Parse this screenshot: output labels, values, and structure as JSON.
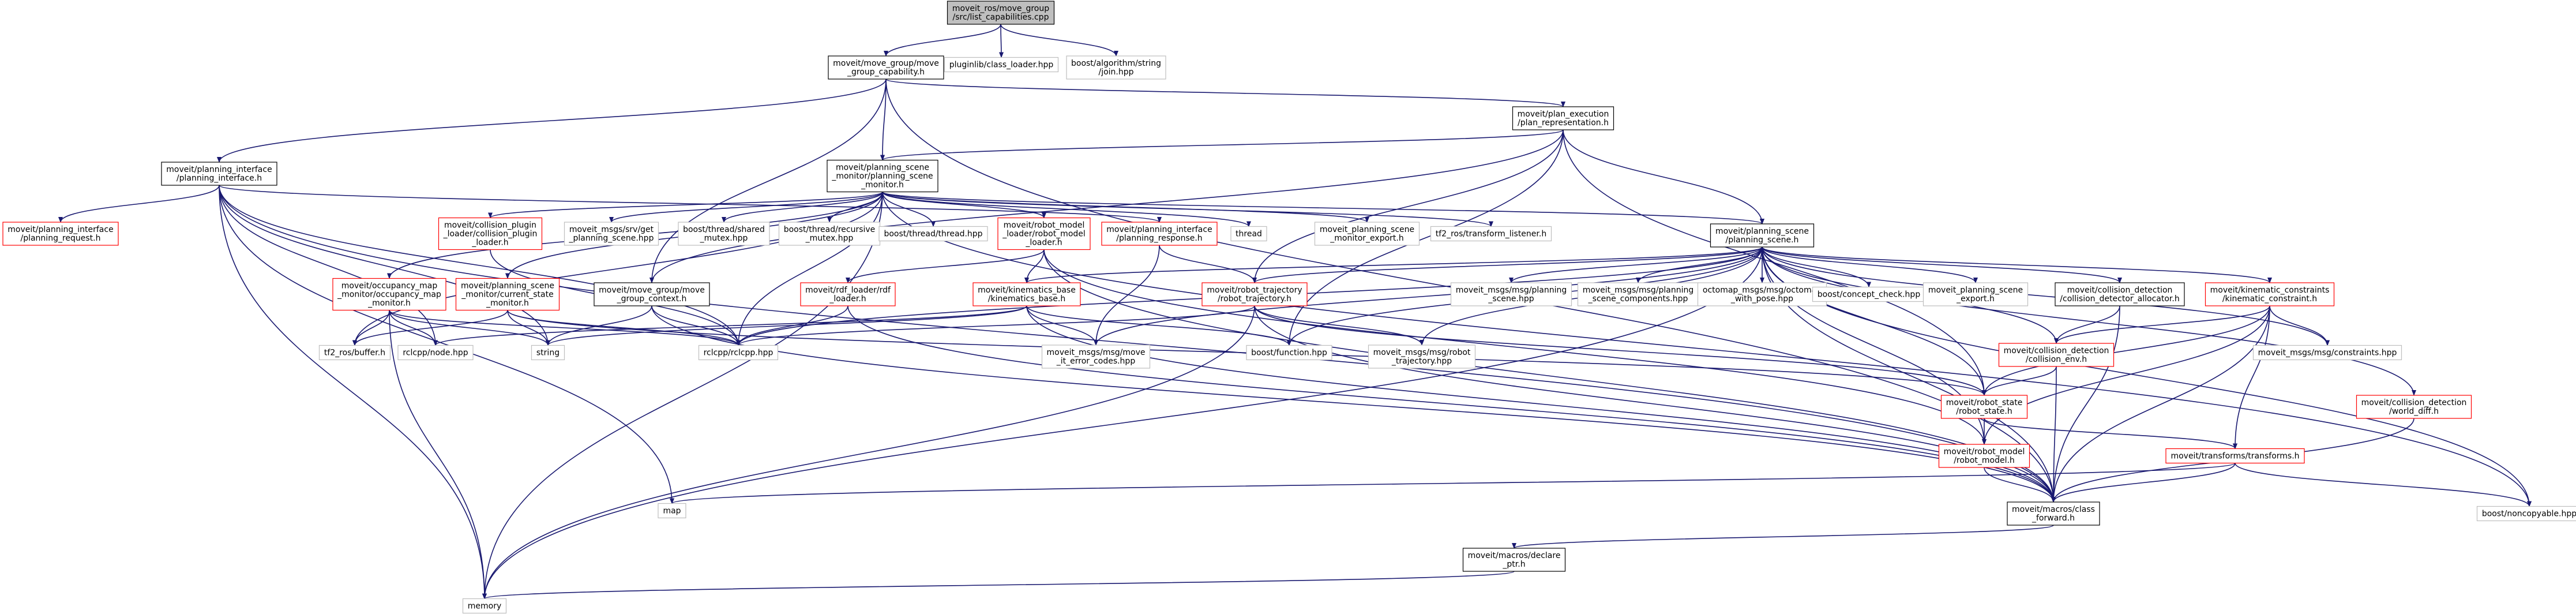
{
  "diagram": {
    "title": "moveit_ros/move_group/src/list_capabilities.cpp include dependency graph",
    "colors": {
      "edge": "#191970",
      "border_normal": "#000000",
      "border_missing": "#bfbfbf",
      "border_red": "#ff0000",
      "root_fill": "#bfbfbf",
      "node_fill": "#ffffff",
      "text": "#000000"
    },
    "nodes": [
      {
        "id": "root",
        "label": [
          "moveit_ros/move_group",
          "/src/list_capabilities.cpp"
        ],
        "style": "root"
      },
      {
        "id": "mgcap",
        "label": [
          "moveit/move_group/move",
          "_group_capability.h"
        ],
        "style": "normal"
      },
      {
        "id": "pluginlib",
        "label": [
          "pluginlib/class_loader.hpp"
        ],
        "style": "missing"
      },
      {
        "id": "boostalgo",
        "label": [
          "boost/algorithm/string",
          "/join.hpp"
        ],
        "style": "missing"
      },
      {
        "id": "planexec",
        "label": [
          "moveit/plan_execution",
          "/plan_representation.h"
        ],
        "style": "normal"
      },
      {
        "id": "pif",
        "label": [
          "moveit/planning_interface",
          "/planning_interface.h"
        ],
        "style": "normal"
      },
      {
        "id": "psm",
        "label": [
          "moveit/planning_scene",
          "_monitor/planning_scene",
          "_monitor.h"
        ],
        "style": "normal"
      },
      {
        "id": "preq",
        "label": [
          "moveit/planning_interface",
          "/planning_request.h"
        ],
        "style": "red"
      },
      {
        "id": "collplugin",
        "label": [
          "moveit/collision_plugin",
          "_loader/collision_plugin",
          "_loader.h"
        ],
        "style": "red"
      },
      {
        "id": "srvgetps",
        "label": [
          "moveit_msgs/srv/get",
          "_planning_scene.hpp"
        ],
        "style": "missing"
      },
      {
        "id": "sharedmutex",
        "label": [
          "boost/thread/shared",
          "_mutex.hpp"
        ],
        "style": "missing"
      },
      {
        "id": "recmutex",
        "label": [
          "boost/thread/recursive",
          "_mutex.hpp"
        ],
        "style": "missing"
      },
      {
        "id": "thread_hpp",
        "label": [
          "boost/thread/thread.hpp"
        ],
        "style": "missing"
      },
      {
        "id": "rml",
        "label": [
          "moveit/robot_model",
          "_loader/robot_model",
          "_loader.h"
        ],
        "style": "red"
      },
      {
        "id": "presp",
        "label": [
          "moveit/planning_interface",
          "/planning_response.h"
        ],
        "style": "red"
      },
      {
        "id": "thread",
        "label": [
          "thread"
        ],
        "style": "missing"
      },
      {
        "id": "psmexport",
        "label": [
          "moveit_planning_scene",
          "_monitor_export.h"
        ],
        "style": "missing"
      },
      {
        "id": "tf2listener",
        "label": [
          "tf2_ros/transform_listener.h"
        ],
        "style": "missing"
      },
      {
        "id": "ps",
        "label": [
          "moveit/planning_scene",
          "/planning_scene.h"
        ],
        "style": "normal"
      },
      {
        "id": "occmap",
        "label": [
          "moveit/occupancy_map",
          "_monitor/occupancy_map",
          "_monitor.h"
        ],
        "style": "red"
      },
      {
        "id": "csm",
        "label": [
          "moveit/planning_scene",
          "_monitor/current_state",
          "_monitor.h"
        ],
        "style": "red"
      },
      {
        "id": "mgctx",
        "label": [
          "moveit/move_group/move",
          "_group_context.h"
        ],
        "style": "normal"
      },
      {
        "id": "urdf",
        "label": [
          "moveit/rdf_loader/rdf",
          "_loader.h"
        ],
        "style": "red"
      },
      {
        "id": "kinbase",
        "label": [
          "moveit/kinematics_base",
          "/kinematics_base.h"
        ],
        "style": "red"
      },
      {
        "id": "rtraj",
        "label": [
          "moveit/robot_trajectory",
          "/robot_trajectory.h"
        ],
        "style": "red"
      },
      {
        "id": "mpscene",
        "label": [
          "moveit_msgs/msg/planning",
          "_scene.hpp"
        ],
        "style": "missing"
      },
      {
        "id": "mpscomp",
        "label": [
          "moveit_msgs/msg/planning",
          "_scene_components.hpp"
        ],
        "style": "missing"
      },
      {
        "id": "octomap",
        "label": [
          "octomap_msgs/msg/octomap",
          "_with_pose.hpp"
        ],
        "style": "missing"
      },
      {
        "id": "conceptcheck",
        "label": [
          "boost/concept_check.hpp"
        ],
        "style": "missing"
      },
      {
        "id": "psexport",
        "label": [
          "moveit_planning_scene",
          "_export.h"
        ],
        "style": "missing"
      },
      {
        "id": "cdalloc",
        "label": [
          "moveit/collision_detection",
          "/collision_detector_allocator.h"
        ],
        "style": "normal"
      },
      {
        "id": "kincon",
        "label": [
          "moveit/kinematic_constraints",
          "/kinematic_constraint.h"
        ],
        "style": "red"
      },
      {
        "id": "tf2buffer",
        "label": [
          "tf2_ros/buffer.h"
        ],
        "style": "missing"
      },
      {
        "id": "rclnode",
        "label": [
          "rclcpp/node.hpp"
        ],
        "style": "missing"
      },
      {
        "id": "string",
        "label": [
          "string"
        ],
        "style": "missing"
      },
      {
        "id": "rclcpp",
        "label": [
          "rclcpp/rclcpp.hpp"
        ],
        "style": "missing"
      },
      {
        "id": "moveerr",
        "label": [
          "moveit_msgs/msg/move",
          "_it_error_codes.hpp"
        ],
        "style": "missing"
      },
      {
        "id": "boostfunc",
        "label": [
          "boost/function.hpp"
        ],
        "style": "missing"
      },
      {
        "id": "mrobtraj",
        "label": [
          "moveit_msgs/msg/robot",
          "_trajectory.hpp"
        ],
        "style": "missing"
      },
      {
        "id": "cenv",
        "label": [
          "moveit/collision_detection",
          "/collision_env.h"
        ],
        "style": "red"
      },
      {
        "id": "mconstr",
        "label": [
          "moveit_msgs/msg/constraints.hpp"
        ],
        "style": "missing"
      },
      {
        "id": "rstate",
        "label": [
          "moveit/robot_state",
          "/robot_state.h"
        ],
        "style": "red"
      },
      {
        "id": "worlddiff",
        "label": [
          "moveit/collision_detection",
          "/world_diff.h"
        ],
        "style": "red"
      },
      {
        "id": "rmodel",
        "label": [
          "moveit/robot_model",
          "/robot_model.h"
        ],
        "style": "red"
      },
      {
        "id": "transforms",
        "label": [
          "moveit/transforms/transforms.h"
        ],
        "style": "red"
      },
      {
        "id": "map",
        "label": [
          "map"
        ],
        "style": "missing"
      },
      {
        "id": "classfwd",
        "label": [
          "moveit/macros/class",
          "_forward.h"
        ],
        "style": "normal"
      },
      {
        "id": "noncopy",
        "label": [
          "boost/noncopyable.hpp"
        ],
        "style": "missing"
      },
      {
        "id": "declptr",
        "label": [
          "moveit/macros/declare",
          "_ptr.h"
        ],
        "style": "normal"
      },
      {
        "id": "memory",
        "label": [
          "memory"
        ],
        "style": "missing"
      }
    ],
    "edges": [
      [
        "root",
        "mgcap"
      ],
      [
        "root",
        "pluginlib"
      ],
      [
        "root",
        "boostalgo"
      ],
      [
        "mgcap",
        "pif"
      ],
      [
        "mgcap",
        "psm"
      ],
      [
        "mgcap",
        "planexec"
      ],
      [
        "mgcap",
        "classfwd"
      ],
      [
        "mgcap",
        "mgctx"
      ],
      [
        "planexec",
        "psm"
      ],
      [
        "planexec",
        "ps"
      ],
      [
        "planexec",
        "rtraj"
      ],
      [
        "planexec",
        "boostfunc"
      ],
      [
        "planexec",
        "rstate"
      ],
      [
        "planexec",
        "mgctx"
      ],
      [
        "pif",
        "preq"
      ],
      [
        "pif",
        "presp"
      ],
      [
        "pif",
        "rclnode"
      ],
      [
        "pif",
        "string"
      ],
      [
        "pif",
        "map"
      ],
      [
        "pif",
        "classfwd"
      ],
      [
        "pif",
        "rclcpp"
      ],
      [
        "pif",
        "memory"
      ],
      [
        "psm",
        "collplugin"
      ],
      [
        "psm",
        "srvgetps"
      ],
      [
        "psm",
        "sharedmutex"
      ],
      [
        "psm",
        "recmutex"
      ],
      [
        "psm",
        "thread_hpp"
      ],
      [
        "psm",
        "rml"
      ],
      [
        "psm",
        "thread"
      ],
      [
        "psm",
        "psmexport"
      ],
      [
        "psm",
        "tf2listener"
      ],
      [
        "psm",
        "ps"
      ],
      [
        "psm",
        "occmap"
      ],
      [
        "psm",
        "csm"
      ],
      [
        "psm",
        "tf2buffer"
      ],
      [
        "psm",
        "memory"
      ],
      [
        "psm",
        "noncopy"
      ],
      [
        "psm",
        "rclcpp"
      ],
      [
        "collplugin",
        "rclcpp"
      ],
      [
        "rml",
        "urdf"
      ],
      [
        "rml",
        "classfwd"
      ],
      [
        "rml",
        "rmodel"
      ],
      [
        "rml",
        "kinbase"
      ],
      [
        "presp",
        "rtraj"
      ],
      [
        "presp",
        "moveerr"
      ],
      [
        "ps",
        "rtraj"
      ],
      [
        "ps",
        "mpscene"
      ],
      [
        "ps",
        "mpscomp"
      ],
      [
        "ps",
        "octomap"
      ],
      [
        "ps",
        "conceptcheck"
      ],
      [
        "ps",
        "psexport"
      ],
      [
        "ps",
        "cdalloc"
      ],
      [
        "ps",
        "kincon"
      ],
      [
        "ps",
        "cenv"
      ],
      [
        "ps",
        "worlddiff"
      ],
      [
        "ps",
        "classfwd"
      ],
      [
        "ps",
        "noncopy"
      ],
      [
        "ps",
        "boostfunc"
      ],
      [
        "ps",
        "mrobtraj"
      ],
      [
        "ps",
        "mconstr"
      ],
      [
        "ps",
        "rmodel"
      ],
      [
        "ps",
        "rstate"
      ],
      [
        "ps",
        "kinbase"
      ],
      [
        "ps",
        "memory"
      ],
      [
        "ps",
        "moveerr"
      ],
      [
        "ps",
        "rclcpp"
      ],
      [
        "occmap",
        "tf2buffer"
      ],
      [
        "occmap",
        "rclnode"
      ],
      [
        "occmap",
        "string"
      ],
      [
        "occmap",
        "rclcpp"
      ],
      [
        "occmap",
        "memory"
      ],
      [
        "csm",
        "tf2buffer"
      ],
      [
        "csm",
        "string"
      ],
      [
        "csm",
        "rclcpp"
      ],
      [
        "csm",
        "rstate"
      ],
      [
        "mgctx",
        "string"
      ],
      [
        "mgctx",
        "rclcpp"
      ],
      [
        "mgctx",
        "classfwd"
      ],
      [
        "urdf",
        "rclcpp"
      ],
      [
        "urdf",
        "classfwd"
      ],
      [
        "kinbase",
        "string"
      ],
      [
        "kinbase",
        "boostfunc"
      ],
      [
        "kinbase",
        "moveerr"
      ],
      [
        "kinbase",
        "classfwd"
      ],
      [
        "kinbase",
        "rclnode"
      ],
      [
        "rtraj",
        "rclcpp"
      ],
      [
        "rtraj",
        "mrobtraj"
      ],
      [
        "rtraj",
        "rstate"
      ],
      [
        "rtraj",
        "classfwd"
      ],
      [
        "rtraj",
        "memory"
      ],
      [
        "cdalloc",
        "cenv"
      ],
      [
        "cdalloc",
        "classfwd"
      ],
      [
        "kincon",
        "cenv"
      ],
      [
        "kincon",
        "rstate"
      ],
      [
        "kincon",
        "mconstr"
      ],
      [
        "kincon",
        "transforms"
      ],
      [
        "kincon",
        "rmodel"
      ],
      [
        "kincon",
        "classfwd"
      ],
      [
        "cenv",
        "rstate"
      ],
      [
        "cenv",
        "classfwd"
      ],
      [
        "rstate",
        "rmodel"
      ],
      [
        "rstate",
        "transforms"
      ],
      [
        "worlddiff",
        "classfwd"
      ],
      [
        "rmodel",
        "classfwd"
      ],
      [
        "transforms",
        "classfwd"
      ],
      [
        "transforms",
        "map"
      ],
      [
        "transforms",
        "noncopy"
      ],
      [
        "classfwd",
        "declptr"
      ],
      [
        "declptr",
        "memory"
      ]
    ]
  }
}
